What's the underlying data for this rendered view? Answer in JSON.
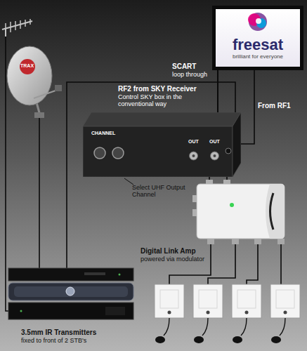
{
  "diagram": {
    "nodes": [
      {
        "text": [
          "freesat",
          "brilliant for everyone"
        ]
      },
      {
        "text": [
          "CHANNEL"
        ]
      }
    ],
    "edges": [
      {
        "from": 1,
        "to": 0,
        "arrow": "none"
      }
    ],
    "labels": [
      "SCART",
      "loop through",
      "RF2 from SKY Receiver",
      "Control SKY box in the conventional way",
      "From RF1",
      "Select UHF Output Channel",
      "Digital Link Amp",
      "powered via modulator",
      "3.5mm IR Transmitters",
      "fixed to front of 2 STB's",
      "TRAX",
      "OUT",
      "OUT"
    ]
  }
}
